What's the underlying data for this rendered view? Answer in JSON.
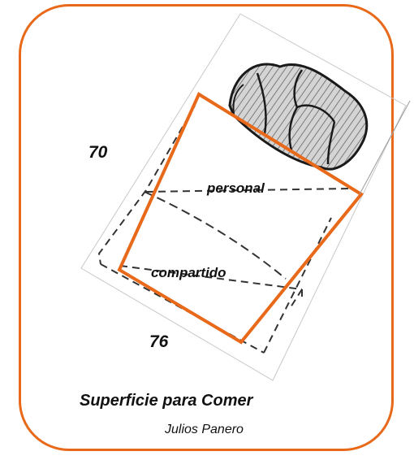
{
  "figure": {
    "dimension_depth": "70",
    "dimension_width": "76",
    "zone_personal": "personal",
    "zone_shared": "compartido",
    "title": "Superficie para Comer",
    "author": "Julios Panero"
  },
  "colors": {
    "frame": "#e8691a",
    "surface_outline": "#e8691a",
    "dashed_outline": "#333333",
    "chair_fill": "#bdbdbd"
  },
  "icons": [
    "chair-icon"
  ]
}
